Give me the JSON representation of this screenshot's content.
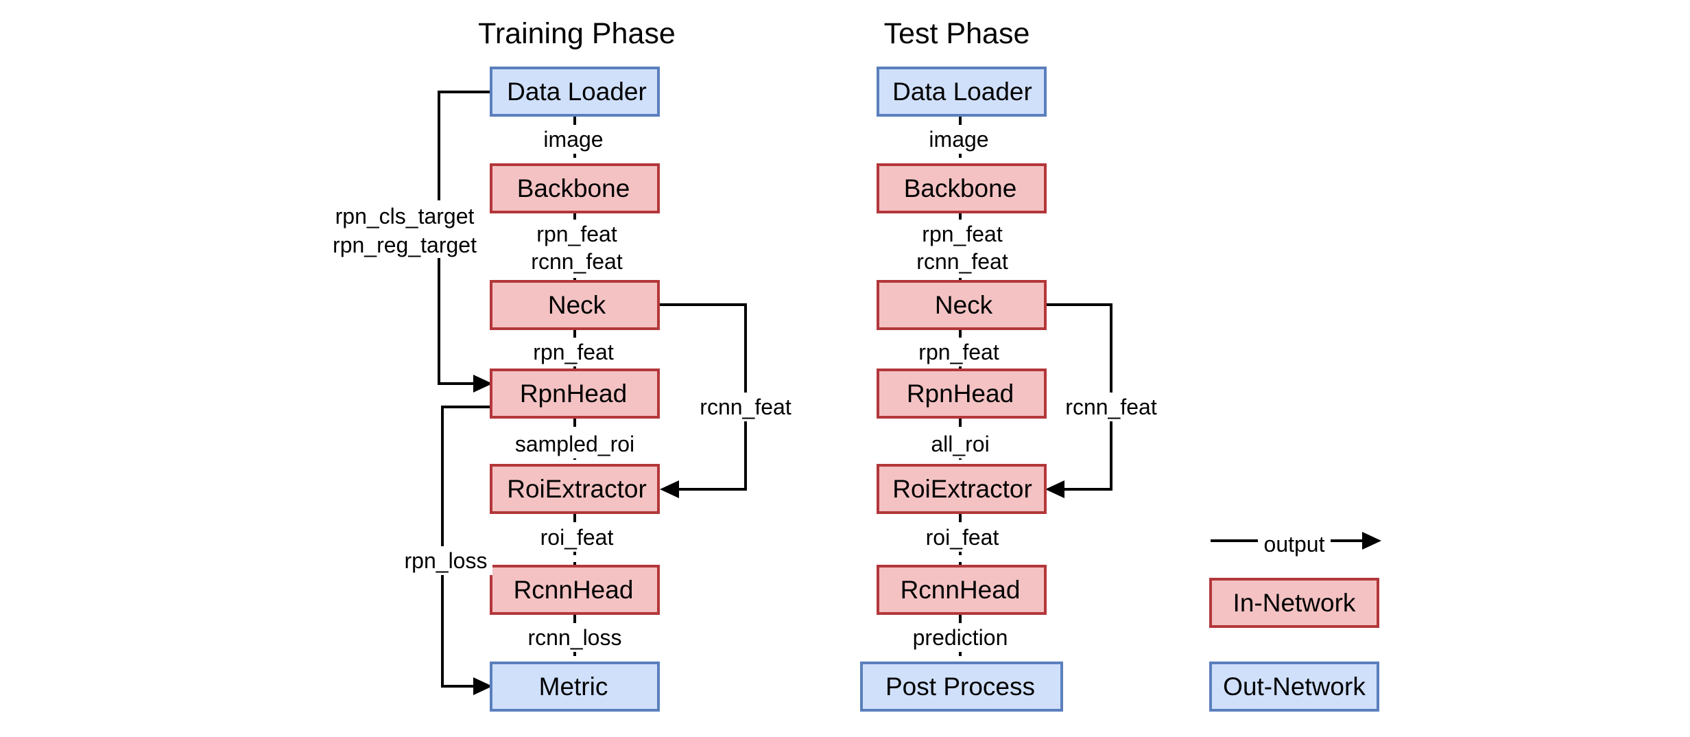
{
  "titles": {
    "training": "Training Phase",
    "test": "Test Phase"
  },
  "training": {
    "nodes": {
      "data_loader": "Data Loader",
      "backbone": "Backbone",
      "neck": "Neck",
      "rpn_head": "RpnHead",
      "roi_extractor": "RoiExtractor",
      "rcnn_head": "RcnnHead",
      "metric": "Metric"
    },
    "edges": {
      "image": "image",
      "rpn_feat_1": "rpn_feat",
      "rcnn_feat_1": "rcnn_feat",
      "rpn_feat_2": "rpn_feat",
      "sampled_roi": "sampled_roi",
      "roi_feat": "roi_feat",
      "rcnn_loss": "rcnn_loss",
      "rcnn_feat_side": "rcnn_feat",
      "rpn_cls_target": "rpn_cls_target",
      "rpn_reg_target": "rpn_reg_target",
      "rpn_loss": "rpn_loss"
    }
  },
  "test": {
    "nodes": {
      "data_loader": "Data Loader",
      "backbone": "Backbone",
      "neck": "Neck",
      "rpn_head": "RpnHead",
      "roi_extractor": "RoiExtractor",
      "rcnn_head": "RcnnHead",
      "post_process": "Post Process"
    },
    "edges": {
      "image": "image",
      "rpn_feat_1": "rpn_feat",
      "rcnn_feat_1": "rcnn_feat",
      "rpn_feat_2": "rpn_feat",
      "all_roi": "all_roi",
      "roi_feat": "roi_feat",
      "prediction": "prediction",
      "rcnn_feat_side": "rcnn_feat"
    }
  },
  "legend": {
    "output": "output",
    "in_network": "In-Network",
    "out_network": "Out-Network"
  },
  "colors": {
    "in_network_fill": "#f4c2c3",
    "in_network_stroke": "#b3373a",
    "out_network_fill": "#d0e0fb",
    "out_network_stroke": "#5b7fbd"
  }
}
